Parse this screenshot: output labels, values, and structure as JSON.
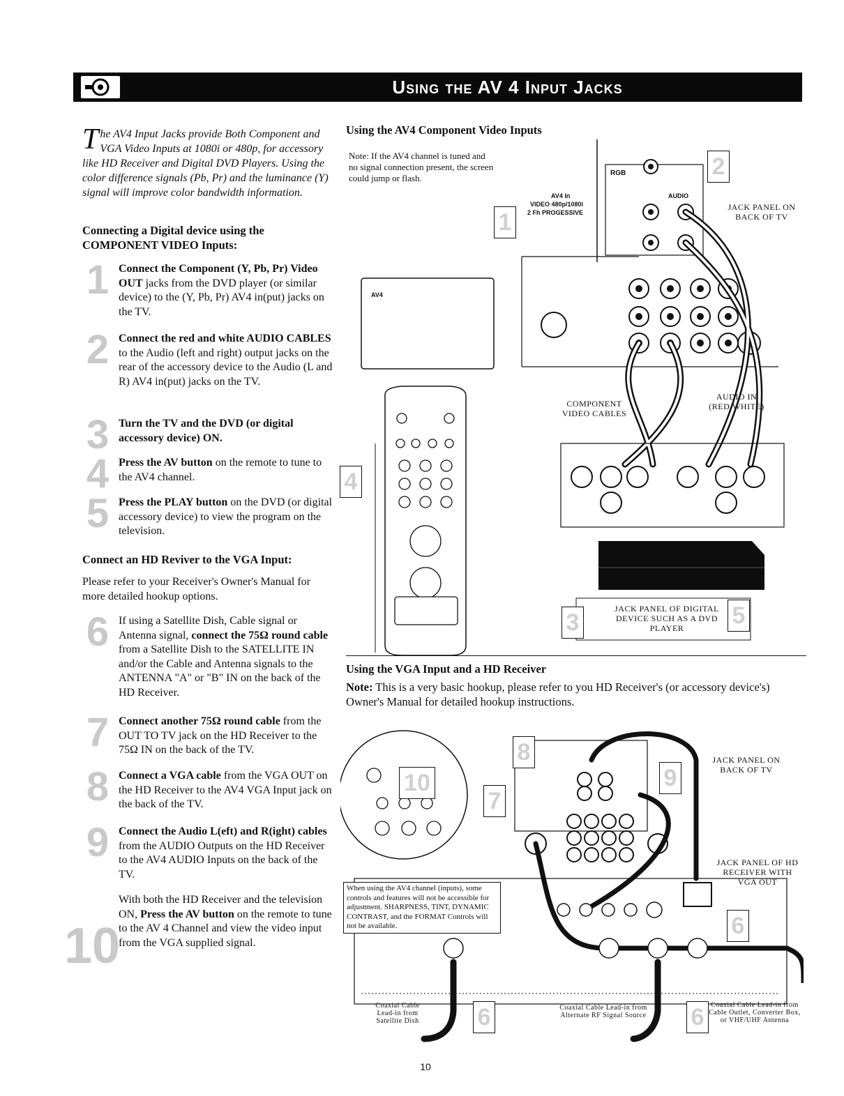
{
  "header": {
    "title": "Using the AV 4 Input Jacks"
  },
  "intro": {
    "dropcap": "T",
    "text": "he AV4 Input Jacks provide Both Component and VGA Video Inputs at 1080i or 480p, for accessory like HD Receiver and Digital DVD Players. Using the color difference signals (Pb, Pr) and the luminance (Y) signal will improve color bandwidth information."
  },
  "left": {
    "component_heading": "Connecting a Digital device using the COMPONENT VIDEO Inputs:",
    "steps": [
      {
        "num": "1",
        "bold": "Connect the Component (Y, Pb, Pr) Video OUT",
        "text": " jacks from the DVD player (or similar device) to the (Y, Pb, Pr) AV4 in(put) jacks on the TV."
      },
      {
        "num": "2",
        "bold": "Connect the red and white AUDIO CABLES",
        "text": " to the Audio (left and right) output jacks on the rear of the accessory device to the Audio (L and R) AV4 in(put) jacks on the TV."
      },
      {
        "num": "3",
        "bold": "Turn the TV and the DVD (or digital accessory device) ON.",
        "text": ""
      },
      {
        "num": "4",
        "bold": "Press the AV button",
        "text": " on the remote to tune to the AV4 channel."
      },
      {
        "num": "5",
        "bold": "Press the PLAY button",
        "text": " on the DVD (or digital accessory device) to view the program on the television."
      }
    ],
    "vga_heading": "Connect an HD Reviver to the VGA Input:",
    "vga_intro": "Please refer to your Receiver's Owner's Manual for more detailed hookup options.",
    "steps2": [
      {
        "num": "6",
        "pre": "If using a Satellite Dish, Cable signal or Antenna signal, ",
        "bold": "connect the 75Ω round cable",
        "text": " from a Satellite Dish to the SATELLITE IN and/or the Cable and Antenna signals to the ANTENNA \"A\" or \"B\" IN on the back of the HD Receiver."
      },
      {
        "num": "7",
        "pre": "",
        "bold": "Connect another 75Ω round cable",
        "text": " from the OUT TO TV jack on the HD Receiver to the 75Ω IN on the back of the TV."
      },
      {
        "num": "8",
        "pre": "",
        "bold": "Connect a VGA cable",
        "text": " from the VGA OUT on the HD Receiver to the AV4 VGA Input jack on the back of the TV."
      },
      {
        "num": "9",
        "pre": "",
        "bold": "Connect the Audio L(eft) and R(ight) cables",
        "text": " from the AUDIO Outputs on the HD Receiver to the AV4 AUDIO Inputs on the back of the TV."
      },
      {
        "num": "10",
        "pre": "With both the HD Receiver and the television ON, ",
        "bold": "Press the AV button",
        "text": " on the remote to tune to the AV 4 Channel and view the video input from the VGA supplied signal."
      }
    ]
  },
  "right": {
    "component_heading": "Using the AV4 Component Video Inputs",
    "note1": "Note: If the AV4 channel is tuned and no signal connection present, the screen could jump or flash.",
    "screen_label": "AV4",
    "panel_labels": {
      "rgb": "RGB",
      "av4in": "AV4 In",
      "video_spec": "VIDEO 480p/1080i",
      "progressive": "2 Fh PROGESSIVE",
      "audio": "AUDIO"
    },
    "labels": {
      "jack_panel_tv": "JACK PANEL ON BACK OF TV",
      "component_cables": "COMPONENT VIDEO CABLES",
      "audio_in": "AUDIO IN (RED/WHITE)",
      "jack_panel_dvd": "JACK PANEL OF DIGITAL DEVICE SUCH AS A DVD PLAYER"
    },
    "vga_heading": "Using the VGA Input and a HD Receiver",
    "vga_note_label": "Note:",
    "vga_note": " This is a very basic hookup, please refer to you HD Receiver's (or accessory device's) Owner's Manual for detailed hookup instructions.",
    "warning": "When using the AV4 channel (inputs), some controls and features will not be accessible for adjustment. SHARPNESS, TINT, DYNAMIC CONTRAST, and the FORMAT Controls will not be available.",
    "labels2": {
      "jack_panel_tv": "JACK PANEL ON BACK OF TV",
      "jack_panel_hd": "JACK PANEL OF HD RECEIVER WITH VGA OUT",
      "coax_sat": "Coaxial Cable Lead-in from Satellite Dish",
      "coax_alt": "Coaxial Cable Lead-in from Alternate RF Signal Source",
      "coax_cable": "Coaxial Cable Lead-in from Cable Outlet, Converter Box, or VHF/UHF Antenna"
    },
    "callouts": [
      "1",
      "2",
      "3",
      "4",
      "5",
      "6",
      "7",
      "8",
      "9",
      "10"
    ]
  },
  "page_number": "10"
}
